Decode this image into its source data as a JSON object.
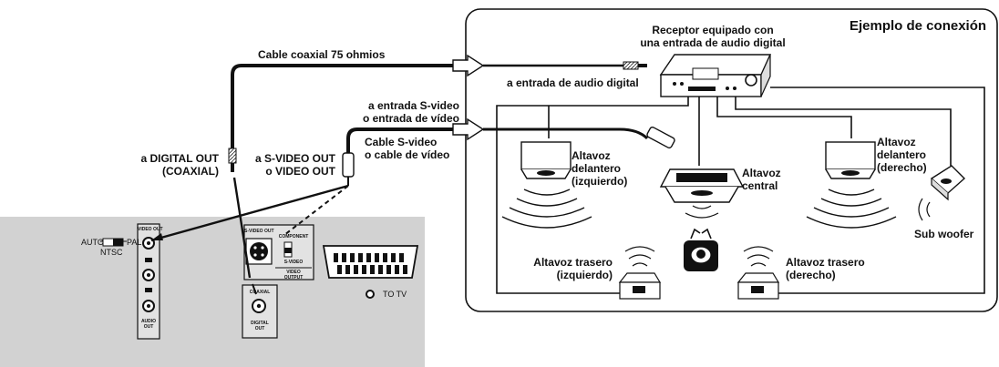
{
  "example_title": "Ejemplo de conexión",
  "receiver": {
    "line1": "Receptor equipado con",
    "line2": "una entrada de audio digital"
  },
  "cables": {
    "coaxial": "Cable coaxial 75 ohmios",
    "svideo_line1": "Cable S-video",
    "svideo_line2": "o cable de vídeo"
  },
  "inputs": {
    "digital_audio": "a entrada de audio digital",
    "svideo_line1": "a entrada S-video",
    "svideo_line2": "o entrada de vídeo"
  },
  "outputs": {
    "digital_line1": "a DIGITAL OUT",
    "digital_line2": "(COAXIAL)",
    "svideo_line1": "a S-VIDEO OUT",
    "svideo_line2": "o VIDEO OUT"
  },
  "speakers": {
    "front_left": [
      "Altavoz",
      "delantero",
      "(izquierdo)"
    ],
    "center": [
      "Altavoz",
      "central"
    ],
    "front_right": [
      "Altavoz",
      "delantero",
      "(derecho)"
    ],
    "rear_left": [
      "Altavoz trasero",
      "(izquierdo)"
    ],
    "rear_right": [
      "Altavoz trasero",
      "(derecho)"
    ],
    "subwoofer": "Sub woofer"
  },
  "panel": {
    "auto": "AUTO",
    "pal": "PAL",
    "ntsc": "NTSC",
    "video_out": "VIDEO OUT",
    "audio_out": [
      "AUDIO",
      "OUT"
    ],
    "svideo_out": "S-VIDEO OUT",
    "component": "COMPONENT",
    "svideo_switch": "S-VIDEO",
    "video_output": [
      "VIDEO",
      "OUTPUT"
    ],
    "coaxial": "COAXIAL",
    "digital_out": [
      "DIGITAL",
      "OUT"
    ],
    "to_tv": "TO TV"
  }
}
